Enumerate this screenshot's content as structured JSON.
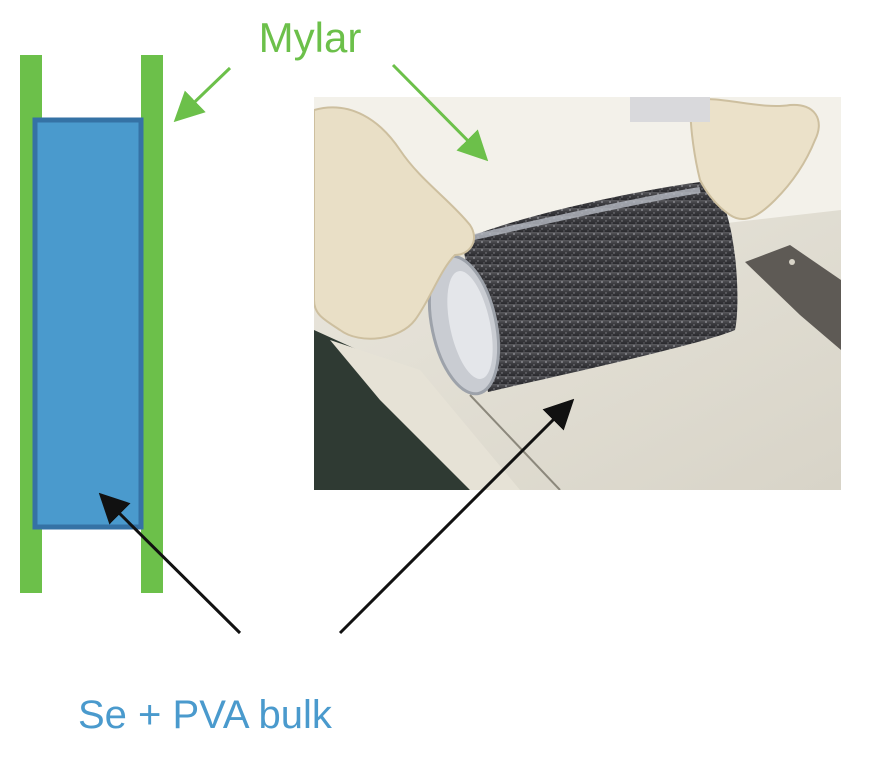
{
  "labels": {
    "top": "Mylar",
    "bottom": "Se + PVA bulk"
  },
  "colors": {
    "mylar_green": "#6cc04a",
    "bulk_blue": "#4a9acd",
    "bulk_border": "#3572a5",
    "arrow_black": "#111111",
    "text_green": "#6cc04a",
    "text_blue": "#4a9acd"
  },
  "icons": {
    "photo": "mylar-roll-photo"
  }
}
